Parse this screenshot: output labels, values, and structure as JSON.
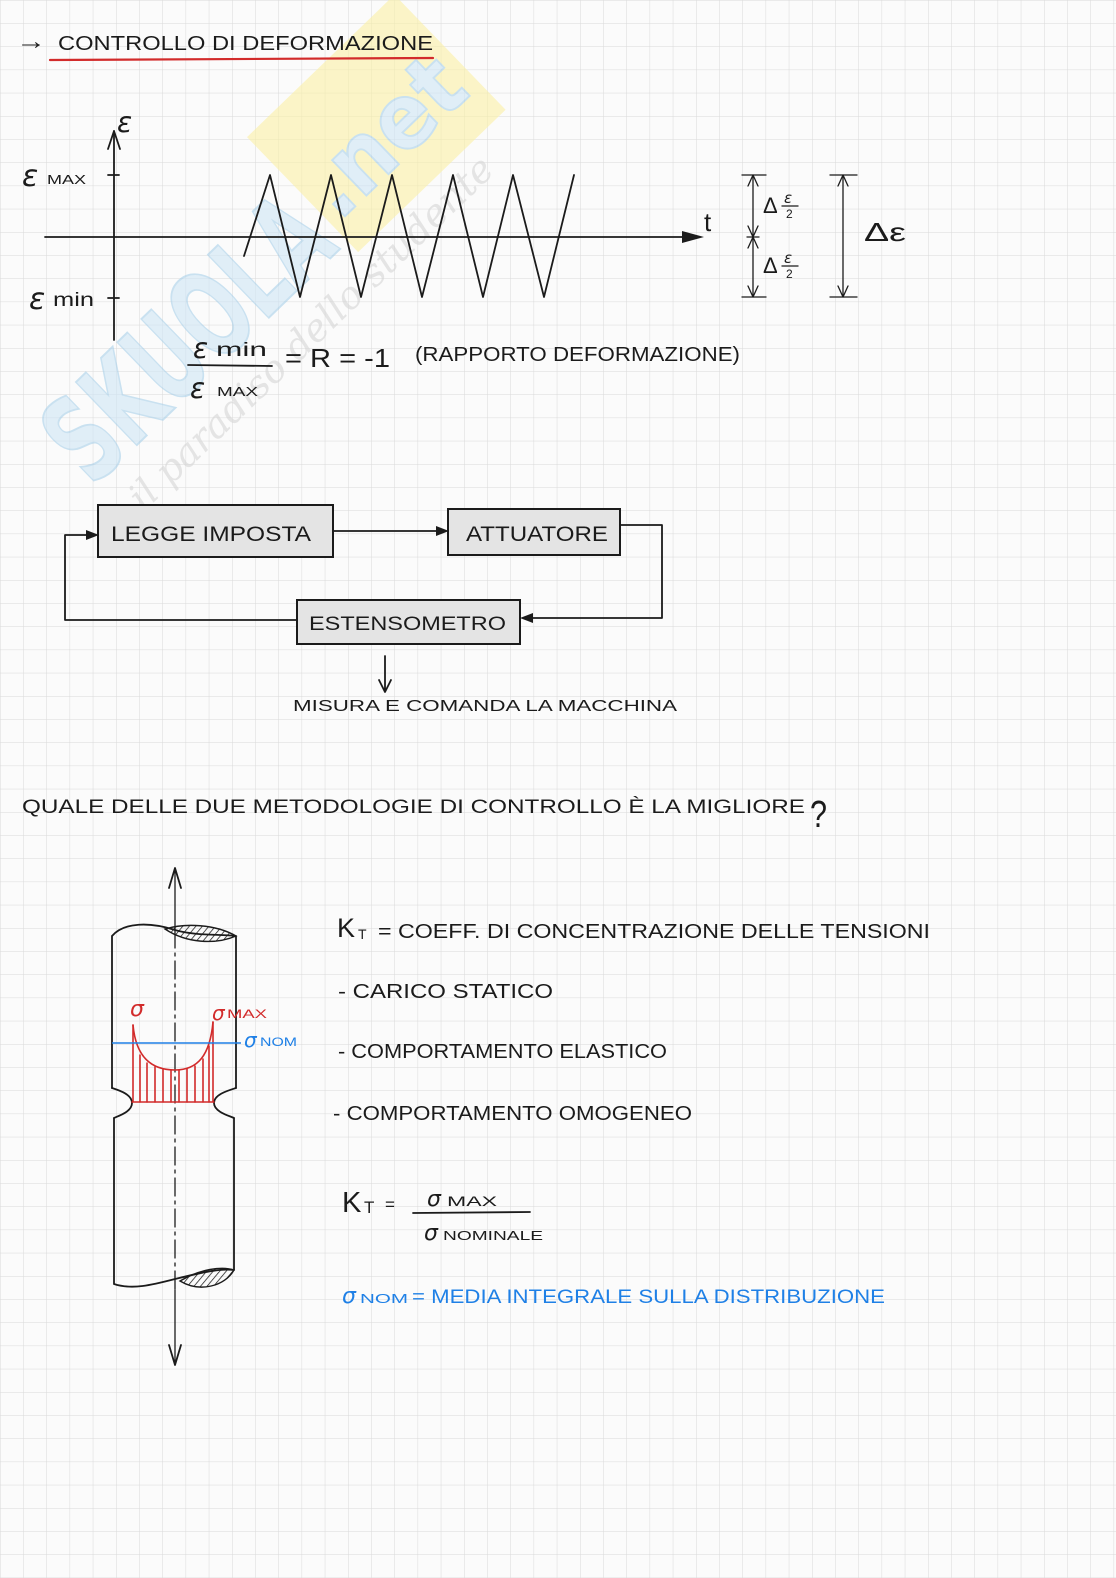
{
  "watermark": {
    "brand": "SKUOLA",
    "brand_suffix": ".net",
    "tagline": "il paradiso dello studente"
  },
  "title": {
    "arrow": "→",
    "text": "CONTROLLO DI DEFORMAZIONE"
  },
  "strain_plot": {
    "y_axis": "ε",
    "x_axis": "t",
    "max_label": {
      "symbol": "ε",
      "sub": "MAX"
    },
    "min_label": {
      "symbol": "ε",
      "sub": "min"
    },
    "half_range": {
      "delta": "Δ",
      "num": "ε",
      "den": "2"
    },
    "full_range": "Δε"
  },
  "ratio_formula": {
    "num": {
      "symbol": "ε",
      "sub": "min"
    },
    "den": {
      "symbol": "ε",
      "sub": "MAX"
    },
    "rhs": "= R = -1",
    "note": "(RAPPORTO DEFORMAZIONE)"
  },
  "control_loop": {
    "blocks": [
      "LEGGE IMPOSTA",
      "ATTUATORE",
      "ESTENSOMETRO"
    ],
    "output_note": "MISURA E COMANDA LA MACCHINA"
  },
  "question": {
    "text": "QUALE DELLE DUE METODOLOGIE DI CONTROLLO È LA MIGLIORE",
    "mark": "?"
  },
  "notch_sketch": {
    "sigma": "σ",
    "sigma_max": {
      "symbol": "σ",
      "sub": "MAX"
    },
    "sigma_nom": {
      "symbol": "σ",
      "sub": "NOM"
    }
  },
  "kt_definition": {
    "symbol": "K",
    "sub": "T",
    "text": "= COEFF. DI CONCENTRAZIONE DELLE TENSIONI",
    "conditions": [
      "- CARICO STATICO",
      "- COMPORTAMENTO ELASTICO",
      "- COMPORTAMENTO OMOGENEO"
    ]
  },
  "kt_formula": {
    "symbol": "K",
    "sub": "T",
    "eq": "=",
    "num": {
      "symbol": "σ",
      "sub": "MAX"
    },
    "den": {
      "symbol": "σ",
      "sub": "NOMINALE"
    }
  },
  "sigma_nom_definition": {
    "symbol": "σ",
    "sub": "NOM",
    "text": "= MEDIA INTEGRALE SULLA DISTRIBUZIONE"
  },
  "colors": {
    "ink": "#1b1b1b",
    "accent_red": "#d22b2b",
    "accent_blue": "#1f80e6",
    "box_fill": "#e4e4e4",
    "grid": "#d9d9d9",
    "watermark_blue": "#cfe6f6",
    "watermark_yellow": "#fbf1a6"
  }
}
